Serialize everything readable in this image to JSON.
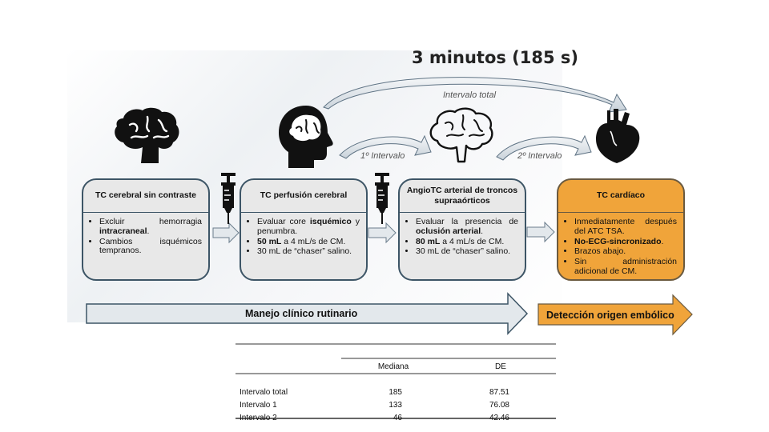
{
  "title": "3 minutos (185 s)",
  "arcs": {
    "total": "Intervalo total",
    "first": "1º Intervalo",
    "second": "2º Intervalo"
  },
  "cards": [
    {
      "title": "TC cerebral sin contraste",
      "items": [
        {
          "pre": "Excluir hemorragia ",
          "bold": "intracraneal",
          "post": "."
        },
        {
          "pre": "Cambios isquémicos tempranos.",
          "bold": "",
          "post": ""
        }
      ]
    },
    {
      "title": "TC perfusión cerebral",
      "items": [
        {
          "pre": "Evaluar core ",
          "bold": "isquémico",
          "post": " y penumbra."
        },
        {
          "pre": "",
          "bold": "50 mL",
          "post": " a 4 mL/s de CM."
        },
        {
          "pre": "30 mL de “chaser” salino.",
          "bold": "",
          "post": ""
        }
      ]
    },
    {
      "title": "AngioTC arterial de troncos supraaórticos",
      "items": [
        {
          "pre": "Evaluar la presencia de ",
          "bold": "oclusión arterial",
          "post": "."
        },
        {
          "pre": "",
          "bold": "80 mL",
          "post": " a 4 mL/s de CM."
        },
        {
          "pre": "30 mL de “chaser” salino.",
          "bold": "",
          "post": ""
        }
      ]
    },
    {
      "title": "TC cardíaco",
      "items": [
        {
          "pre": "Inmediatamente después del ATC TSA.",
          "bold": "",
          "post": ""
        },
        {
          "pre": "",
          "bold": "No-ECG-sincronizado",
          "post": "."
        },
        {
          "pre": "Brazos abajo.",
          "bold": "",
          "post": ""
        },
        {
          "pre": "Sin administración adicional de CM.",
          "bold": "",
          "post": ""
        }
      ]
    }
  ],
  "bands": {
    "routine": "Manejo clínico rutinario",
    "embolic": "Detección origen embólico"
  },
  "colors": {
    "card_border": "#3d5566",
    "card_fill": "#e8e8e8",
    "accent_orange": "#f0a43a",
    "band_fill": "#e3e8ec"
  },
  "icons": [
    "brain-icon",
    "head-brain-icon",
    "brain-outline-icon",
    "heart-icon",
    "syringe-icon"
  ],
  "stats_table": {
    "columns": [
      "",
      "Mediana",
      "DE"
    ],
    "rows": [
      {
        "label": "Intervalo total",
        "mediana": "185",
        "de": "87.51"
      },
      {
        "label": "Intervalo 1",
        "mediana": "133",
        "de": "76.08"
      },
      {
        "label": "Intervalo 2",
        "mediana": "46",
        "de": "42.46"
      }
    ]
  }
}
